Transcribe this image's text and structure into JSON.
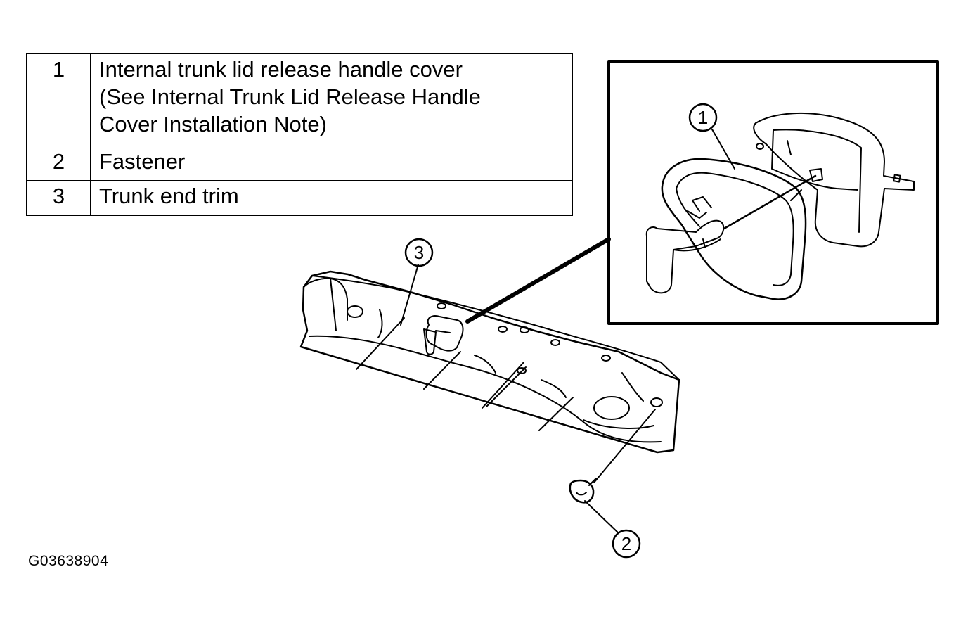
{
  "legend": {
    "rows": [
      {
        "num": "1",
        "desc": "Internal trunk lid release handle cover\n(See Internal Trunk Lid Release Handle\nCover Installation Note)"
      },
      {
        "num": "2",
        "desc": "Fastener"
      },
      {
        "num": "3",
        "desc": "Trunk end trim"
      }
    ]
  },
  "callouts": {
    "c1": "1",
    "c2": "2",
    "c3": "3"
  },
  "figure_code": "G03638904"
}
